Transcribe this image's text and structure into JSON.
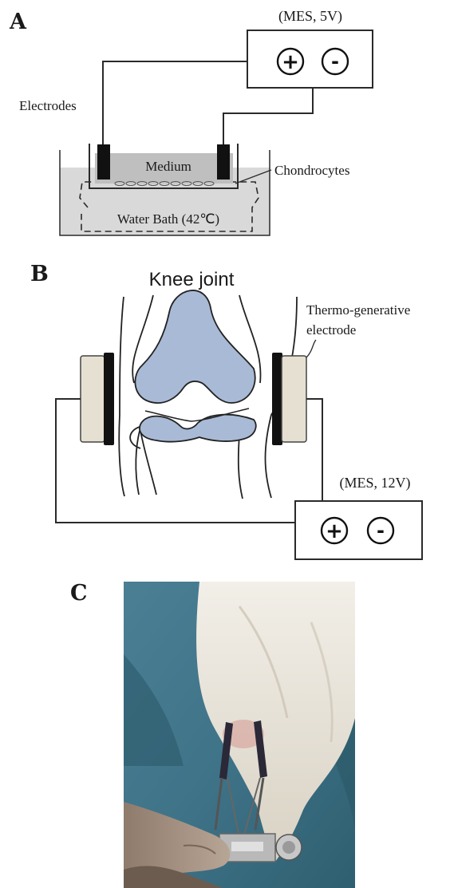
{
  "panels": {
    "a": {
      "label": "A",
      "power_label": "(MES, 5V)",
      "plus": "+",
      "minus": "-",
      "electrodes_label": "Electrodes",
      "medium_label": "Medium",
      "chondrocytes_label": "Chondrocytes",
      "water_bath_label": "Water Bath (42℃)"
    },
    "b": {
      "label": "B",
      "title": "Knee joint",
      "electrode_label_line1": "Thermo-generative",
      "electrode_label_line2": "electrode",
      "power_label": "(MES, 12V)",
      "plus": "+",
      "minus": "-"
    },
    "c": {
      "label": "C"
    }
  },
  "colors": {
    "bath_fill": "#d9d9d9",
    "medium_fill": "#bfbfbf",
    "bone_blue": "#a9bad6",
    "electrode_pad": "#e6e0d2",
    "photo_blue": "#3f7388",
    "fur": "#eae6de"
  }
}
